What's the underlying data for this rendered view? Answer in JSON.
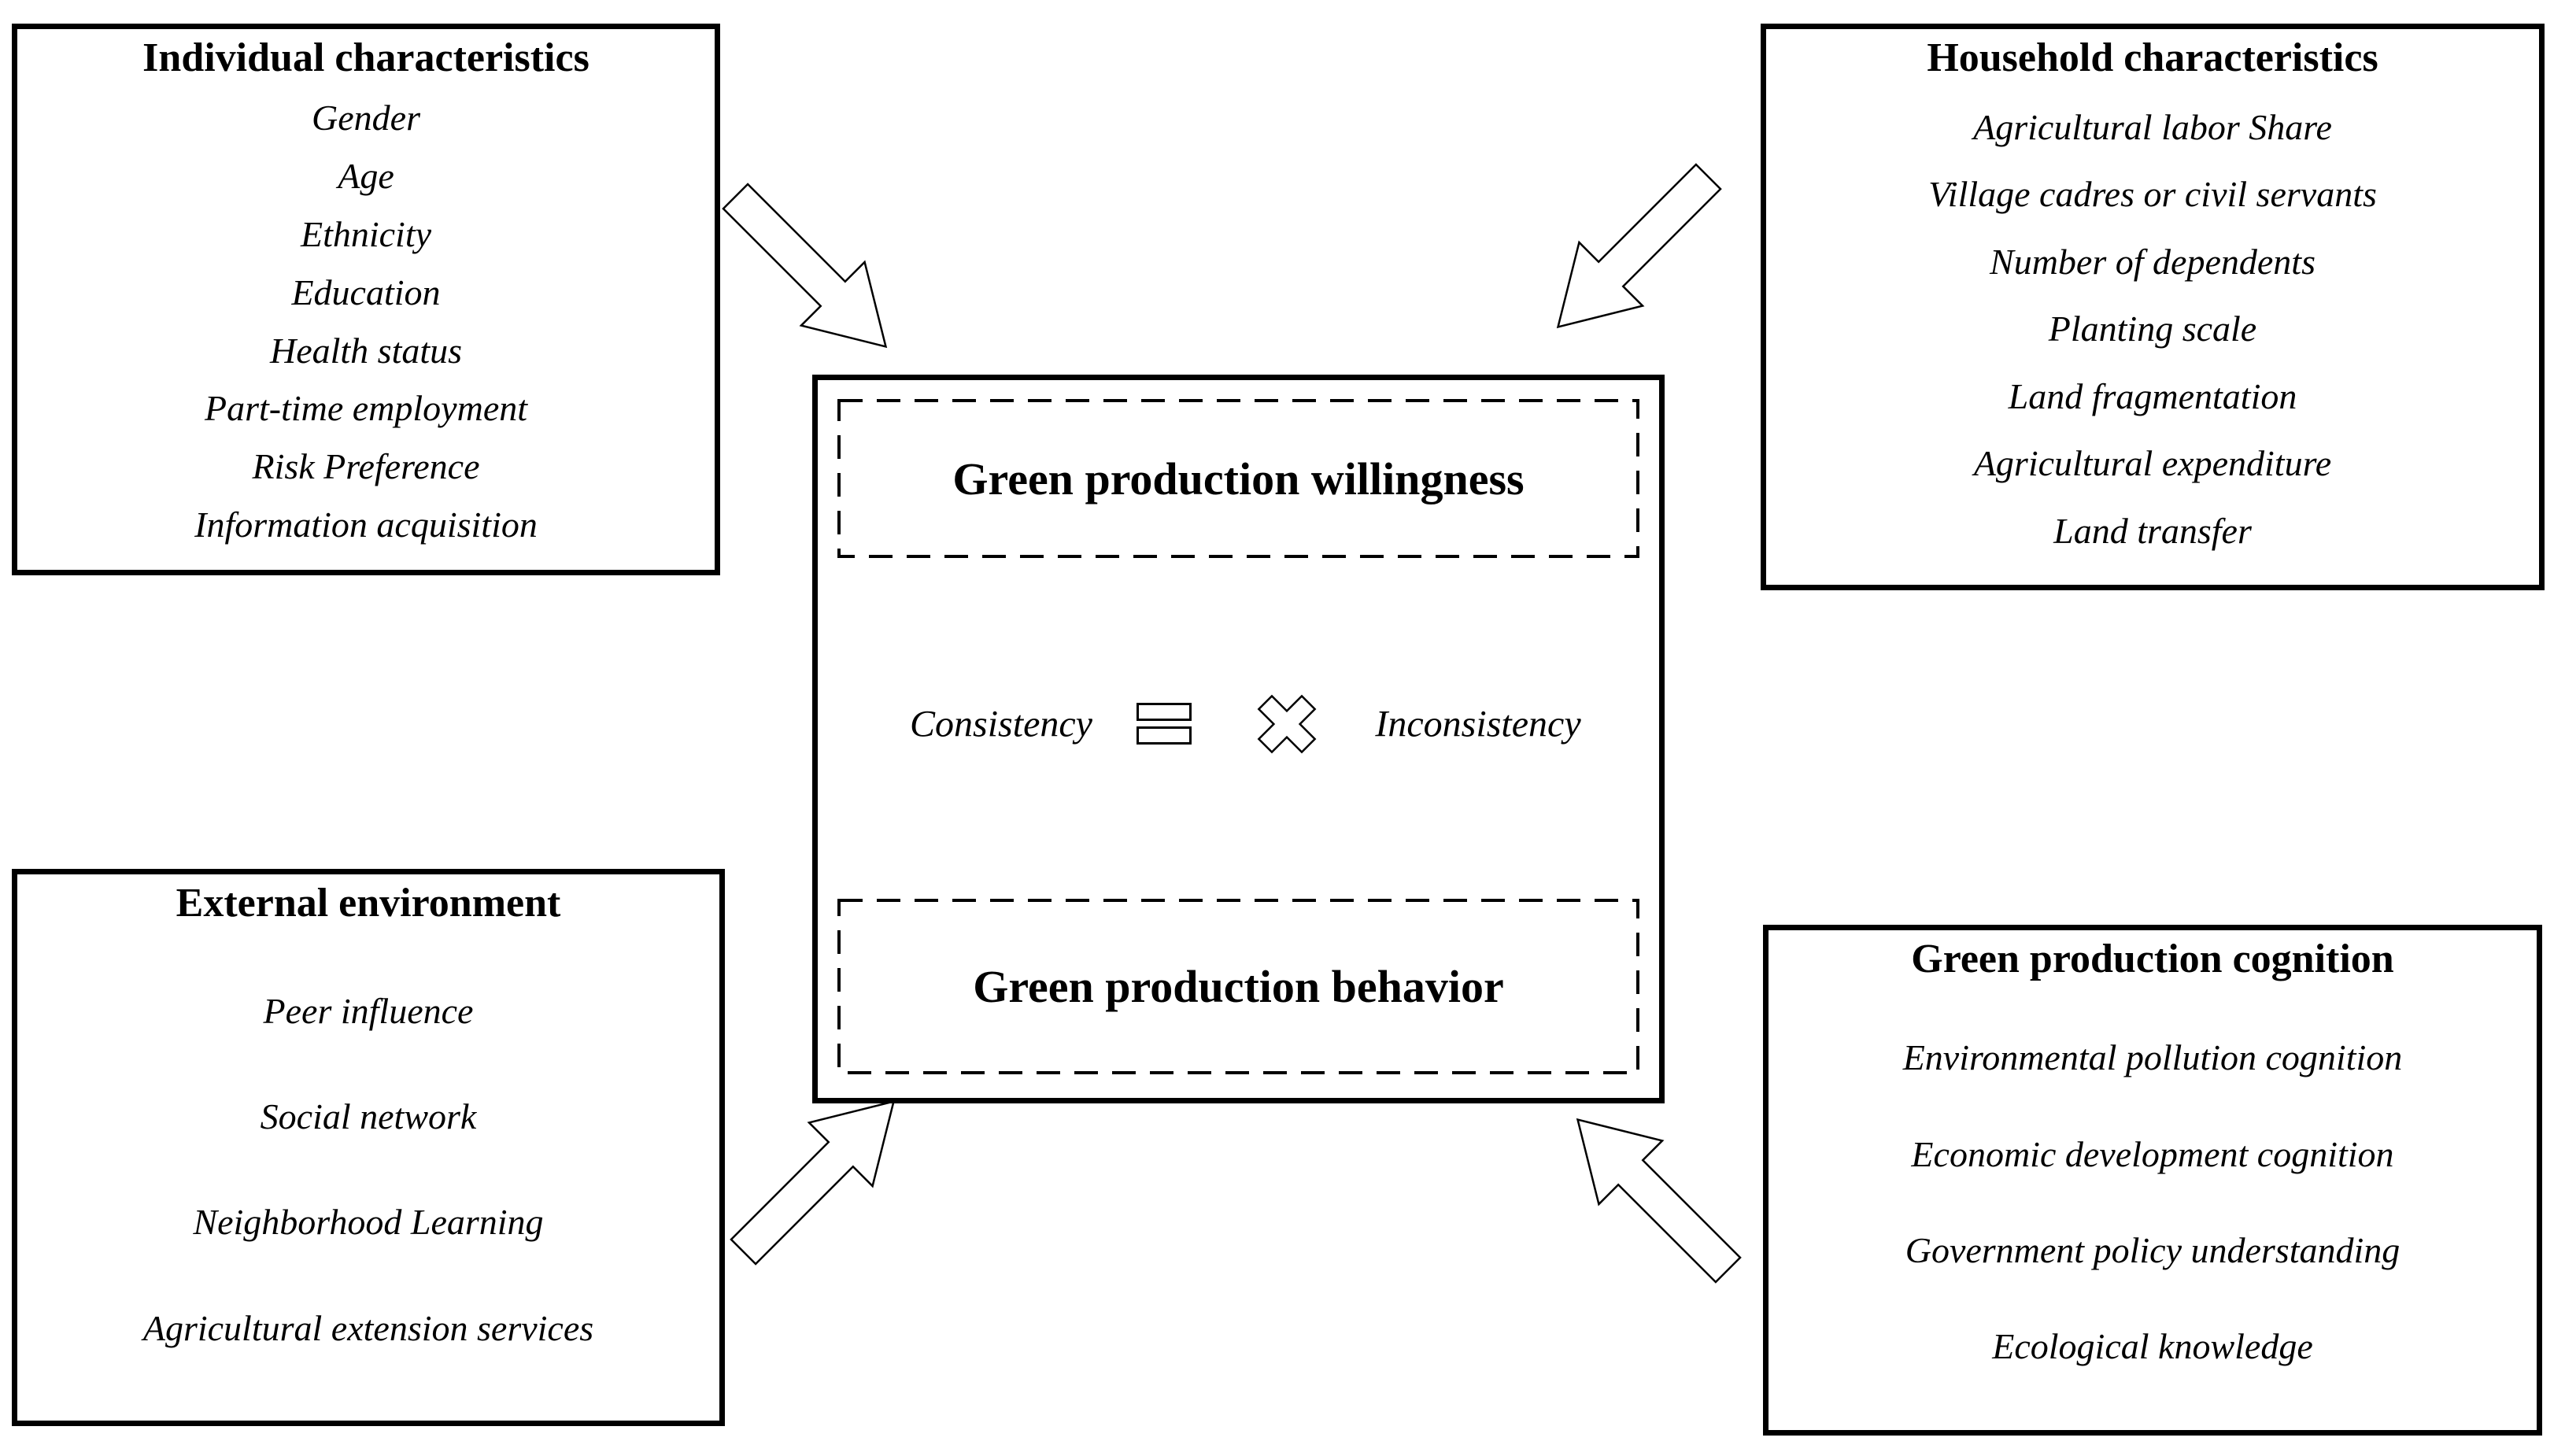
{
  "palette": {
    "ink": "#000000",
    "paper": "#ffffff"
  },
  "boxes": {
    "individual": {
      "title": "Individual characteristics",
      "items": [
        "Gender",
        "Age",
        "Ethnicity",
        "Education",
        "Health status",
        "Part-time employment",
        "Risk Preference",
        "Information acquisition"
      ]
    },
    "household": {
      "title": "Household characteristics",
      "items": [
        "Agricultural labor Share",
        "Village cadres or civil servants",
        "Number of dependents",
        "Planting scale",
        "Land fragmentation",
        "Agricultural expenditure",
        "Land transfer"
      ]
    },
    "external": {
      "title": "External environment",
      "items": [
        "Peer influence",
        "Social network",
        "Neighborhood Learning",
        "Agricultural extension services"
      ]
    },
    "cognition": {
      "title": "Green production cognition",
      "items": [
        "Environmental pollution cognition",
        "Economic development cognition",
        "Government policy understanding",
        "Ecological knowledge"
      ]
    }
  },
  "center": {
    "willingness_title": "Green production willingness",
    "behavior_title": "Green production behavior",
    "consistency_label": "Consistency",
    "inconsistency_label": "Inconsistency"
  },
  "icons": {
    "consistency_symbol": "equals-icon",
    "inconsistency_symbol": "cross-x-icon",
    "connector_style": "dashed-double-headed-arrow",
    "corner_arrow_style": "hollow-block-arrow"
  }
}
